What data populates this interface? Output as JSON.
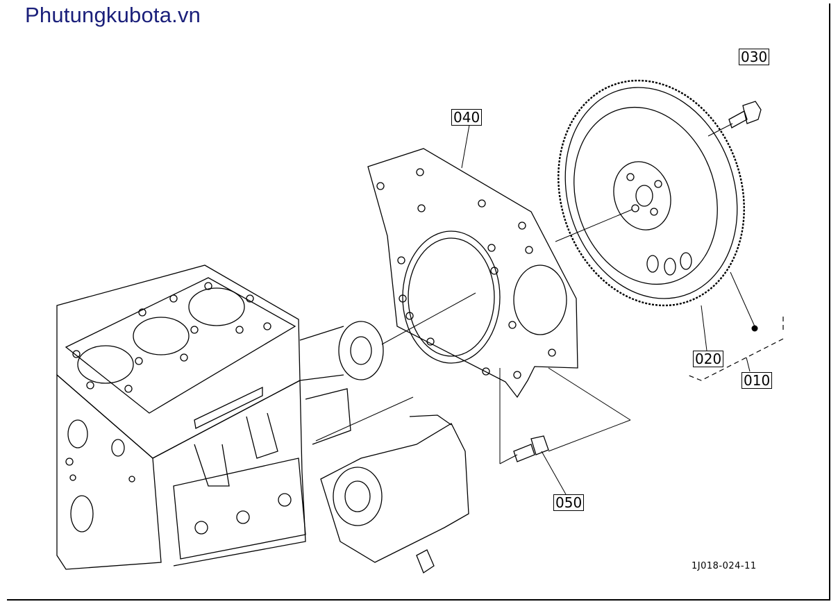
{
  "watermark": "Phutungkubota.vn",
  "drawing_code": "1J018-024-11",
  "callouts": {
    "p010": "010",
    "p020": "020",
    "p030": "030",
    "p040": "040",
    "p050": "050"
  }
}
